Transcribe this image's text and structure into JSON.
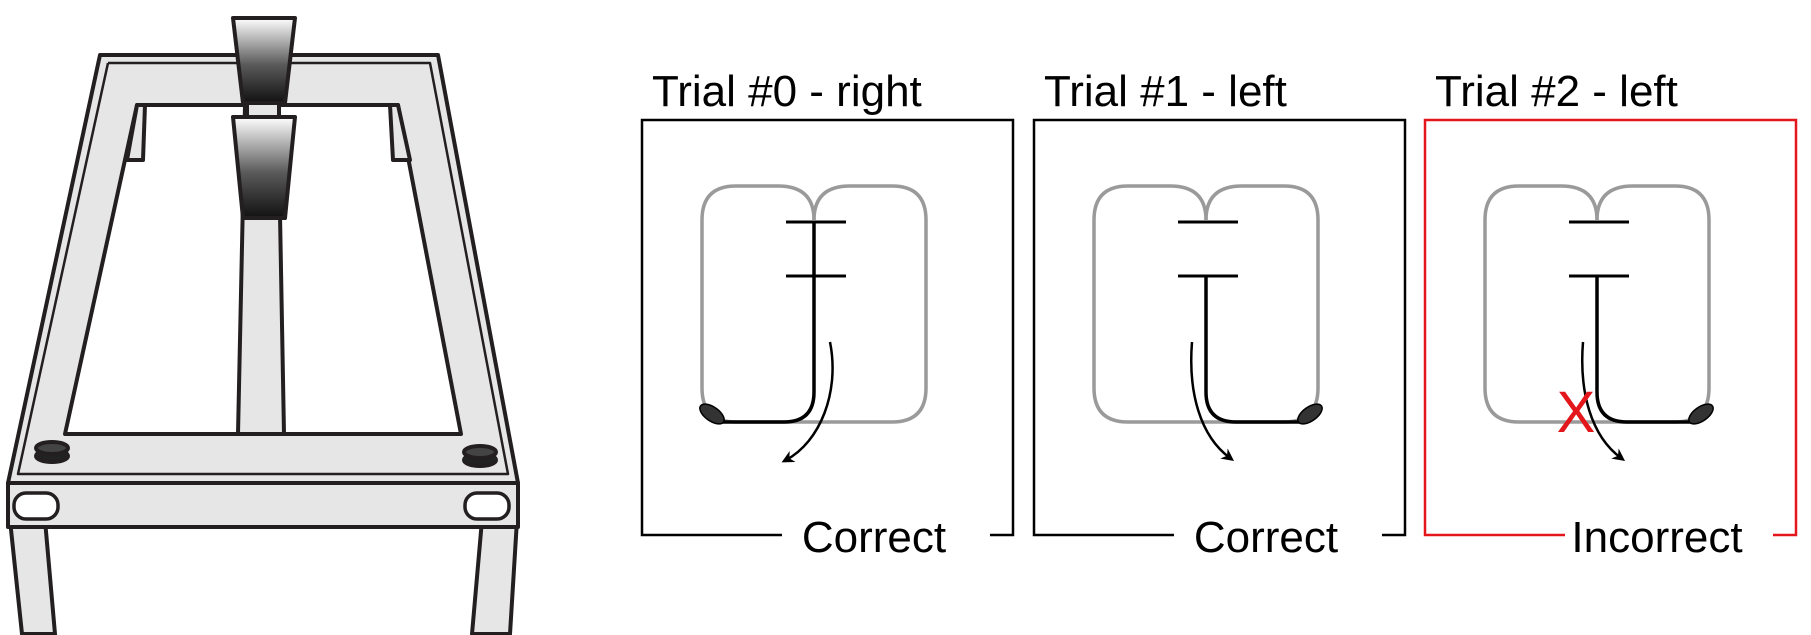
{
  "colors": {
    "black": "#000000",
    "gray_track": "#9a9a9a",
    "maze_fill": "#e6e6e6",
    "maze_stroke": "#231f20",
    "incorrect_red": "#e3161b",
    "x_mark_red": "#e3161b"
  },
  "trials": [
    {
      "title": "Trial #0 - right",
      "outcome": "Correct",
      "highlight_side": "left",
      "arrow_side": "right",
      "wrong": false
    },
    {
      "title": "Trial #1 - left",
      "outcome": "Correct",
      "highlight_side": "right",
      "arrow_side": "left",
      "wrong": false
    },
    {
      "title": "Trial #2 - left",
      "outcome": "Incorrect",
      "highlight_side": "right",
      "arrow_side": "left",
      "wrong": true
    }
  ],
  "x_mark": "X"
}
